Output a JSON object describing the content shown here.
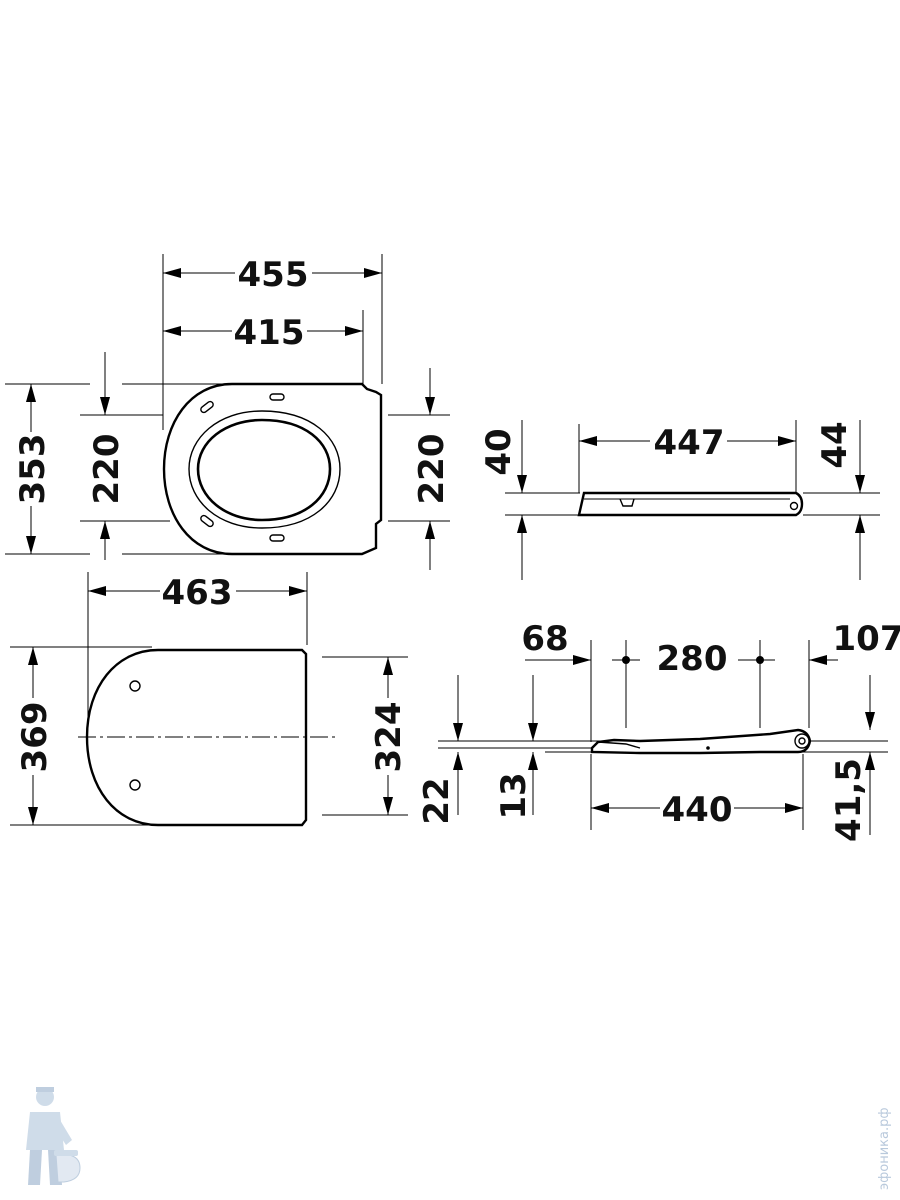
{
  "dimensions": {
    "top_view": {
      "outer_width": "455",
      "inner_width": "415",
      "total_depth": "353",
      "opening_left": "220",
      "opening_right": "220"
    },
    "side_view": {
      "length": "447",
      "height_left": "40",
      "height_right": "44"
    },
    "lid_view": {
      "width": "463",
      "depth": "369",
      "inner_depth": "324"
    },
    "hinge_view": {
      "front_offset": "68",
      "hinge_spacing": "280",
      "rear_offset": "107",
      "height_22": "22",
      "height_13": "13",
      "length": "440",
      "height_rear": "41,5"
    }
  },
  "watermark": {
    "text": "эфоника.рф",
    "icon": "plumber-mascot-icon",
    "color": "#b9c9dc"
  }
}
